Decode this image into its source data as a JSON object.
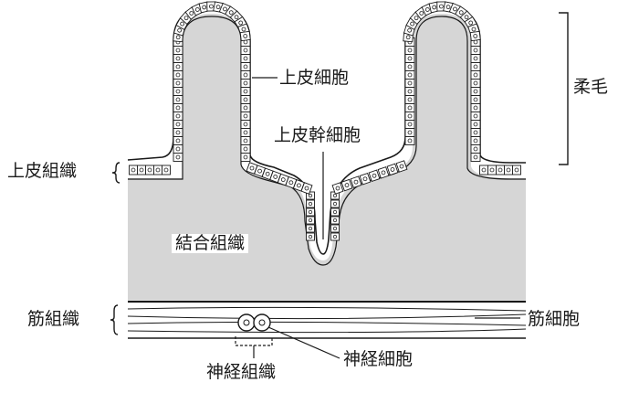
{
  "labels": {
    "villus": "柔毛",
    "epithelial_cell": "上皮細胞",
    "epithelial_stem_cell": "上皮幹細胞",
    "epithelial_tissue": "上皮組織",
    "connective_tissue": "結合組織",
    "muscle_tissue": "筋組織",
    "muscle_cell": "筋細胞",
    "nerve_cell": "神経細胞",
    "nerve_tissue": "神経組織"
  },
  "colors": {
    "tissue_fill": "#d6d6d6",
    "line": "#1a1a1a"
  }
}
